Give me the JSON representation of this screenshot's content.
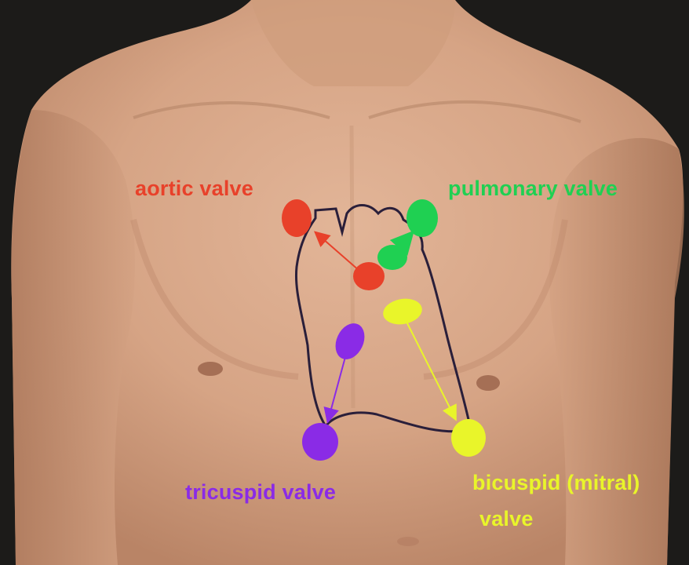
{
  "labels": {
    "aortic": "aortic valve",
    "pulmonary": "pulmonary valve",
    "tricuspid": "tricuspid valve",
    "bicuspid_line1": "bicuspid (mitral)",
    "bicuspid_line2": "valve"
  },
  "colors": {
    "aortic": "#e8412a",
    "pulmonary": "#1fd052",
    "tricuspid": "#8a2be6",
    "bicuspid": "#e9f52a",
    "heart_outline": "#2a1f3a",
    "skin": "#d9a98a",
    "background": "#1c1b19"
  }
}
